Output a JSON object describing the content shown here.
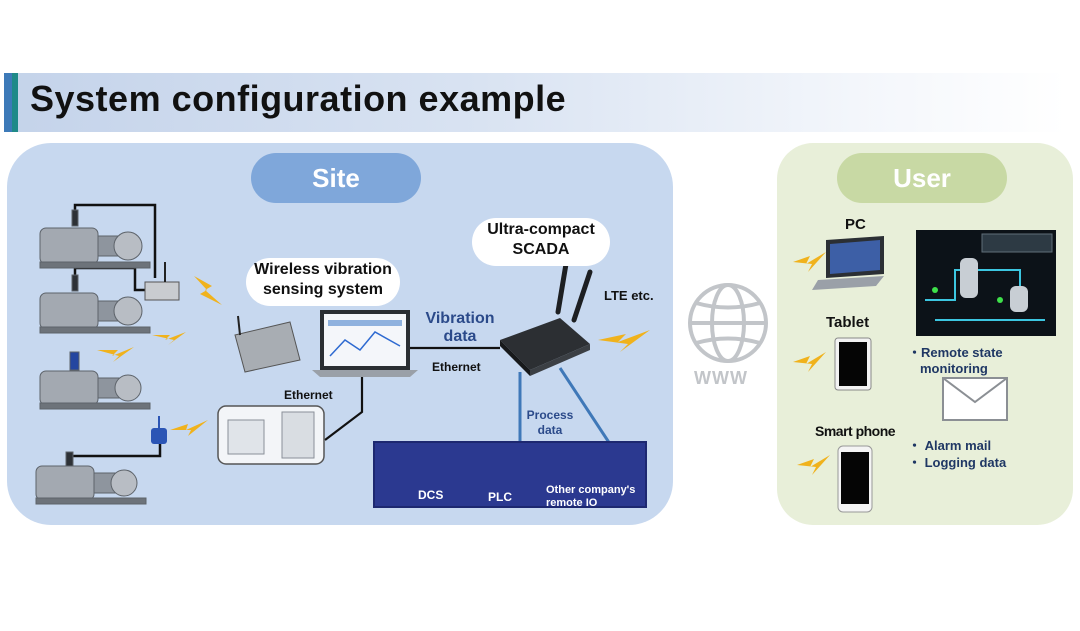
{
  "title": "System configuration example",
  "site": {
    "label": "Site",
    "wireless_system": [
      "Wireless vibration",
      "sensing system"
    ],
    "scada": [
      "Ultra-compact",
      "SCADA"
    ],
    "lte": "LTE etc.",
    "vibration_data": [
      "Vibration",
      "data"
    ],
    "ethernet_right": "Ethernet",
    "ethernet_left": "Ethernet",
    "process_data": [
      "Process",
      "data"
    ],
    "devices": {
      "dcs": "DCS",
      "plc": "PLC",
      "remote_io": [
        "Other company's",
        "remote IO"
      ]
    }
  },
  "network": {
    "www": "WWW"
  },
  "user": {
    "label": "User",
    "pc": "PC",
    "tablet": "Tablet",
    "smartphone": "Smart phone",
    "remote_state": [
      "・Remote state",
      "monitoring"
    ],
    "alarm_mail": "・ Alarm mail",
    "logging_data": "・ Logging data"
  },
  "colors": {
    "site_panel": "#c7d8ef",
    "user_panel": "#e8efd9",
    "site_pill": "#7fa7da",
    "user_pill": "#c8d9a4",
    "device_box": "#2b3990",
    "lightning": "#f0b21c"
  }
}
